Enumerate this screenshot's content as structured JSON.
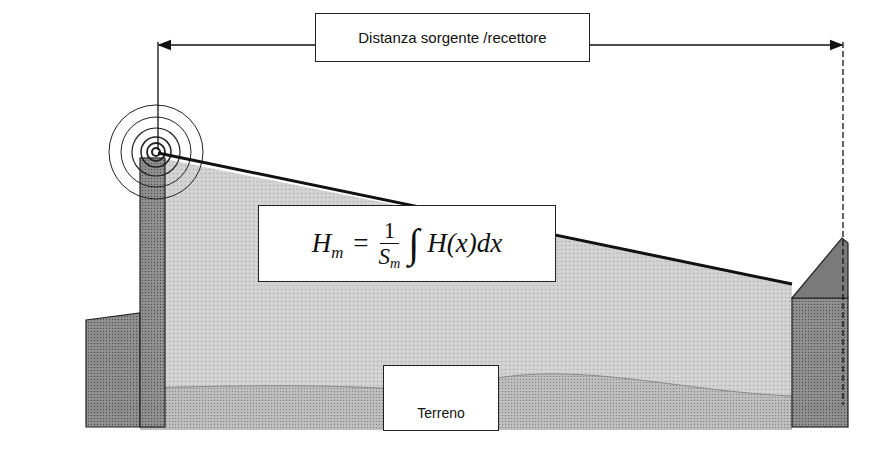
{
  "diagram": {
    "nodes": [
      {
        "text": [
          "Distanza sorgente /recettore"
        ]
      },
      {
        "text": [
          "H",
          "m",
          "=",
          "1",
          "S",
          "m",
          "∫",
          "H(x)dx"
        ]
      },
      {
        "text": [
          "Terreno"
        ]
      }
    ]
  }
}
